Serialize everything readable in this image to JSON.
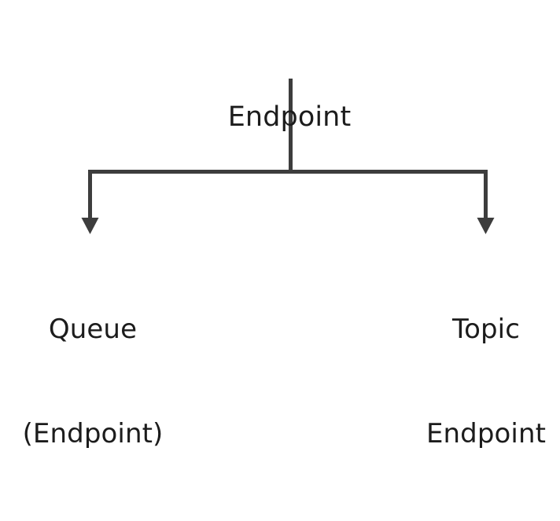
{
  "diagram": {
    "type": "tree-hierarchy",
    "background_color": "#ffffff",
    "line_color": "#3d3d3d",
    "text_color": "#1c1c1c",
    "root": {
      "id": "endpoint",
      "label": "Endpoint"
    },
    "children": [
      {
        "id": "queue-endpoint",
        "label_line_1": "Queue",
        "label_line_2": "(Endpoint)"
      },
      {
        "id": "topic-endpoint",
        "label_line_1": "Topic",
        "label_line_2": "Endpoint"
      }
    ],
    "connectors": [
      {
        "name": "root-stem",
        "from": "endpoint",
        "to": "branch-bar",
        "arrowhead": false
      },
      {
        "name": "branch-to-queue",
        "from": "branch-bar",
        "to": "queue-endpoint",
        "arrowhead": true
      },
      {
        "name": "branch-to-topic",
        "from": "branch-bar",
        "to": "topic-endpoint",
        "arrowhead": true
      }
    ]
  }
}
